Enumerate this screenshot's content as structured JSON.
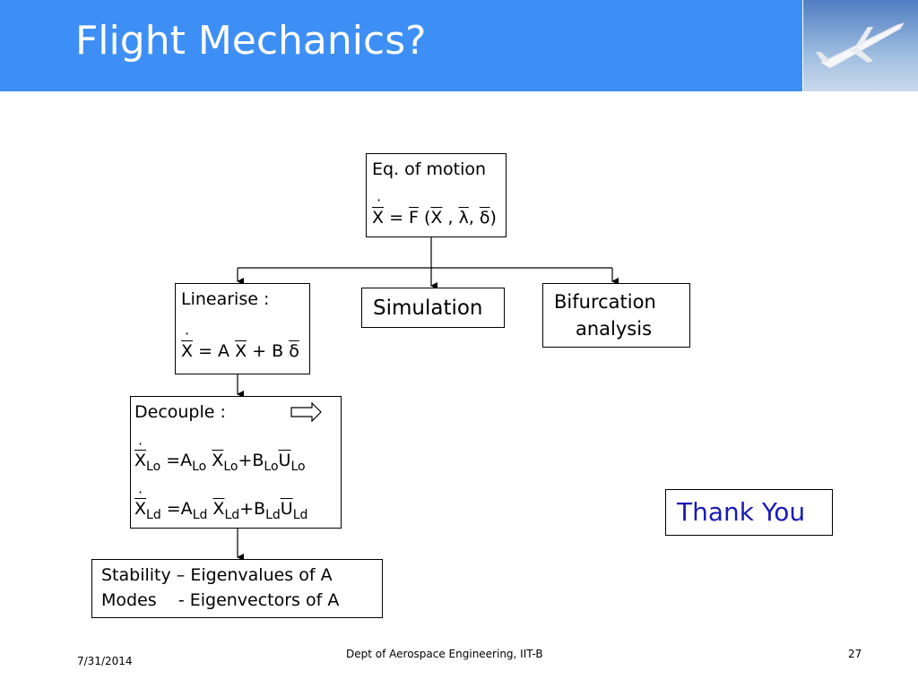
{
  "slide": {
    "title": "Flight Mechanics?",
    "footer_date": "7/31/2014",
    "footer_center": "Dept of Aerospace Engineering, IIT-B",
    "page_number": "27",
    "accent_color": "#3e8ff5"
  },
  "diagram": {
    "eq_motion": {
      "label": "Eq. of motion",
      "equation": "X = F (X , λ, δ)"
    },
    "linearise": {
      "label": "Linearise :",
      "equation": "X = A X + B δ"
    },
    "simulation": {
      "label": "Simulation"
    },
    "bifurcation": {
      "label": "Bifurcation",
      "label2": "analysis"
    },
    "decouple": {
      "label": "Decouple :",
      "eq1": "X_Lo = A_Lo X_Lo + B_Lo U_Lo",
      "eq2": "X_Ld = A_Ld X_Ld + B_Ld U_Ld"
    },
    "stability": {
      "line1": "Stability – Eigenvalues of A",
      "line2": "Modes    - Eigenvectors of A"
    },
    "thank_you": "Thank You"
  }
}
